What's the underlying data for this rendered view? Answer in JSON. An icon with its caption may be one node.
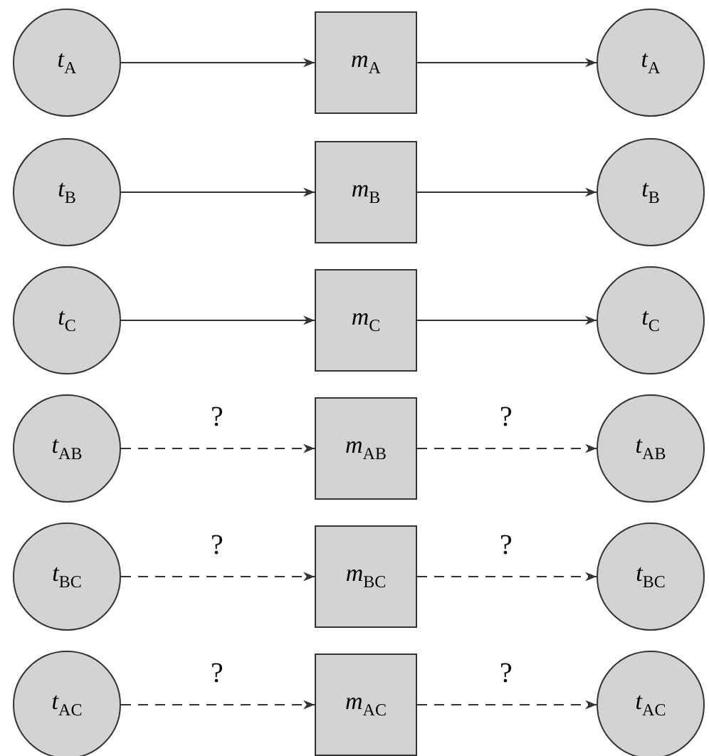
{
  "diagram": {
    "nodes": [
      {
        "text": [
          "*t*$_{A}$"
        ]
      },
      {
        "text": [
          "*m*$_{A}$"
        ]
      },
      {
        "text": [
          "*t*$_{A}$"
        ]
      },
      {
        "text": [
          "*t*$_{B}$"
        ]
      },
      {
        "text": [
          "*m*$_{B}$"
        ]
      },
      {
        "text": [
          "*t*$_{B}$"
        ]
      },
      {
        "text": [
          "*t*$_{C}$"
        ]
      },
      {
        "text": [
          "*m*$_{C}$"
        ]
      },
      {
        "text": [
          "*t*$_{C}$"
        ]
      },
      {
        "text": [
          "*t*$_{AB}$"
        ]
      },
      {
        "text": [
          "*m*$_{AB}$"
        ]
      },
      {
        "text": [
          "*t*$_{AB}$"
        ]
      },
      {
        "text": [
          "*t*$_{BC}$"
        ]
      },
      {
        "text": [
          "*m*$_{BC}$"
        ]
      },
      {
        "text": [
          "*t*$_{BC}$"
        ]
      },
      {
        "text": [
          "*t*$_{AC}$"
        ]
      },
      {
        "text": [
          "*m*$_{AC}$"
        ]
      },
      {
        "text": [
          "*t*$_{AC}$"
        ]
      }
    ],
    "edges": [
      {
        "from": 0,
        "to": 1,
        "arrow": "to"
      },
      {
        "from": 1,
        "to": 2,
        "arrow": "to"
      },
      {
        "from": 3,
        "to": 4,
        "arrow": "to"
      },
      {
        "from": 4,
        "to": 5,
        "arrow": "to"
      },
      {
        "from": 6,
        "to": 7,
        "arrow": "to"
      },
      {
        "from": 7,
        "to": 8,
        "arrow": "to"
      },
      {
        "from": 9,
        "to": 10,
        "arrow": "to",
        "style": "dashed",
        "label": "?"
      },
      {
        "from": 10,
        "to": 11,
        "arrow": "to",
        "style": "dashed",
        "label": "?"
      },
      {
        "from": 12,
        "to": 13,
        "arrow": "to",
        "style": "dashed",
        "label": "?"
      },
      {
        "from": 13,
        "to": 14,
        "arrow": "to",
        "style": "dashed",
        "label": "?"
      },
      {
        "from": 15,
        "to": 16,
        "arrow": "to",
        "style": "dashed",
        "label": "?"
      },
      {
        "from": 16,
        "to": 17,
        "arrow": "to",
        "style": "dashed",
        "label": "?"
      }
    ]
  }
}
